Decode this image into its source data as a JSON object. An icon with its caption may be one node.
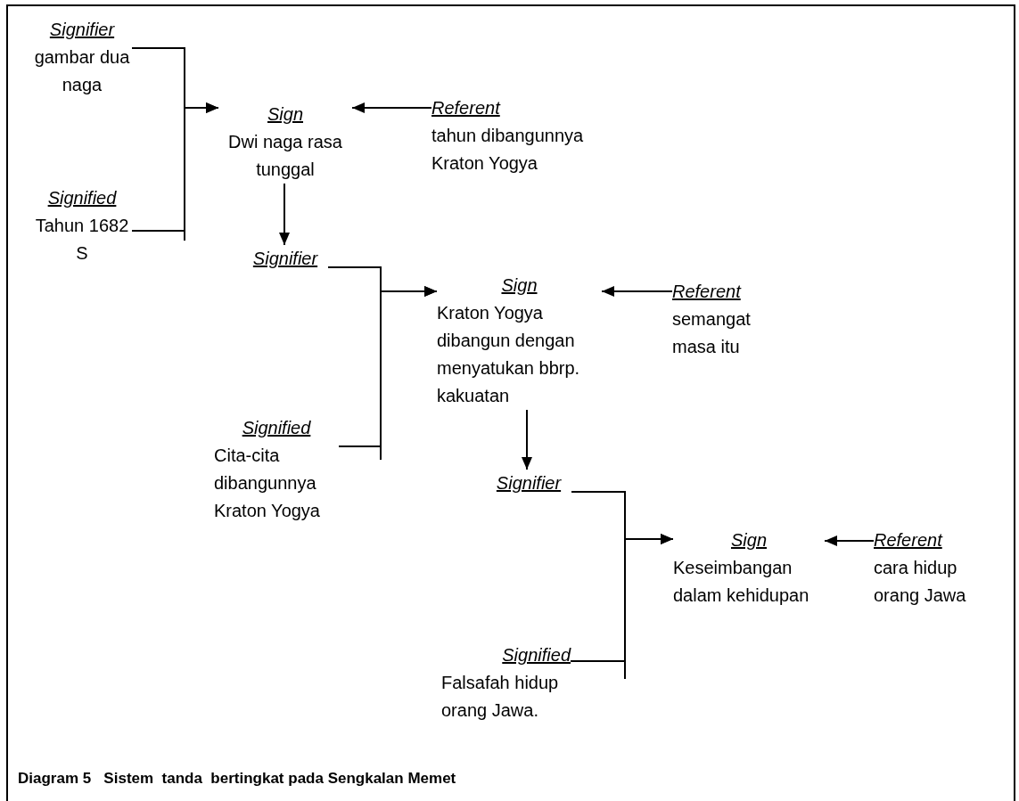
{
  "diagram": {
    "caption": "Diagram 5   Sistem  tanda  bertingkat pada Sengkalan Memet",
    "nodes": [
      {
        "text": [
          "Signifier",
          "gambar dua naga"
        ]
      },
      {
        "text": [
          "Signified",
          "Tahun 1682 S"
        ]
      },
      {
        "text": [
          "Sign",
          "Dwi naga rasa tunggal"
        ]
      },
      {
        "text": [
          "Referent",
          "tahun dibangunnya Kraton Yogya"
        ]
      },
      {
        "text": [
          "Signifier"
        ]
      },
      {
        "text": [
          "Signified",
          "Cita-cita dibangunnya Kraton Yogya"
        ]
      },
      {
        "text": [
          "Sign",
          "Kraton Yogya dibangun dengan menyatukan bbrp. kakuatan"
        ]
      },
      {
        "text": [
          "Referent",
          "semangat masa itu"
        ]
      },
      {
        "text": [
          "Signifier"
        ]
      },
      {
        "text": [
          "Signified",
          "Falsafah hidup orang Jawa."
        ]
      },
      {
        "text": [
          "Sign",
          "Keseimbangan dalam kehidupan"
        ]
      },
      {
        "text": [
          "Referent",
          "cara hidup orang Jawa"
        ]
      }
    ],
    "edges": [
      {
        "from": 0,
        "to": 2,
        "arrow": "to"
      },
      {
        "from": 1,
        "to": 2,
        "arrow": "to"
      },
      {
        "from": 3,
        "to": 2,
        "arrow": "to"
      },
      {
        "from": 2,
        "to": 4,
        "arrow": "to"
      },
      {
        "from": 4,
        "to": 6,
        "arrow": "to"
      },
      {
        "from": 5,
        "to": 6,
        "arrow": "to"
      },
      {
        "from": 7,
        "to": 6,
        "arrow": "to"
      },
      {
        "from": 6,
        "to": 8,
        "arrow": "to"
      },
      {
        "from": 8,
        "to": 10,
        "arrow": "to"
      },
      {
        "from": 9,
        "to": 10,
        "arrow": "to"
      },
      {
        "from": 11,
        "to": 10,
        "arrow": "to"
      }
    ]
  }
}
